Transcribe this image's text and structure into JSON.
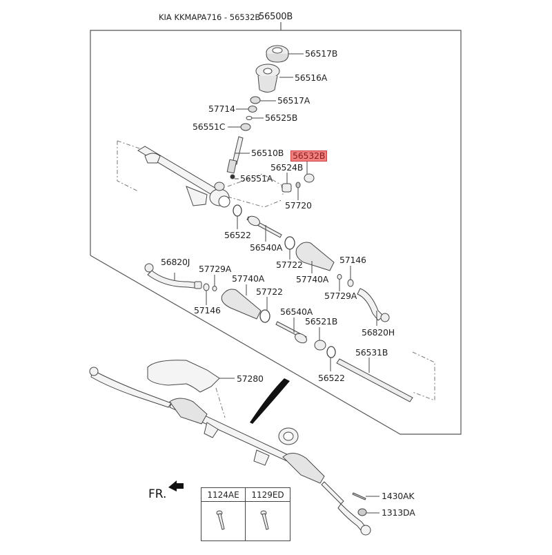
{
  "header": {
    "title": "KIA KKMAPA716 - 56532B",
    "assembly_number": "56500B"
  },
  "highlight_color": "#f08080",
  "parts": {
    "p56517B": "56517B",
    "p56516A": "56516A",
    "p56517A": "56517A",
    "p57714": "57714",
    "p56525B": "56525B",
    "p56551C": "56551C",
    "p56510B": "56510B",
    "p56532B": "56532B",
    "p56524B": "56524B",
    "p56551A": "56551A",
    "p57720": "57720",
    "p56522_top": "56522",
    "p56540A_top": "56540A",
    "p57722_top": "57722",
    "p57740A_top": "57740A",
    "p57146_right": "57146",
    "p57729A_right": "57729A",
    "p56820J": "56820J",
    "p57729A_left": "57729A",
    "p57740A_left": "57740A",
    "p57722_left": "57722",
    "p57146_left": "57146",
    "p56540A_bottom": "56540A",
    "p56521B": "56521B",
    "p56820H": "56820H",
    "p56531B": "56531B",
    "p56522_bottom": "56522",
    "p57280": "57280",
    "p1430AK": "1430AK",
    "p1313DA": "1313DA"
  },
  "front_indicator": "FR.",
  "fastener_table": {
    "columns": [
      "1124AE",
      "1129ED"
    ]
  }
}
